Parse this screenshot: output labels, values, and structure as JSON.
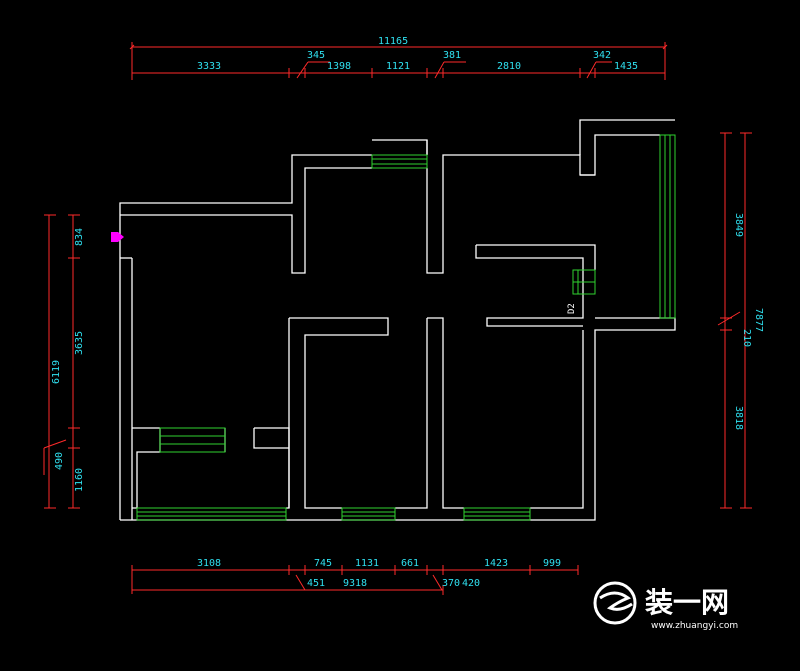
{
  "colors": {
    "background": "#000000",
    "wall": "#ffffff",
    "dimension_line": "#ff2a2a",
    "dimension_text": "#2fe0f0",
    "window": "#2fd22f",
    "marker": "#ff00ff"
  },
  "dimensions": {
    "top_total": "11165",
    "top_small_a": "345",
    "top_small_b": "381",
    "top_small_c": "342",
    "top_row": [
      "3333",
      "1398",
      "1121",
      "2810",
      "1435"
    ],
    "left_outer": "6119",
    "left_segments": [
      "834",
      "3635",
      "1160"
    ],
    "left_small": "490",
    "right_outer": "7877",
    "right_segments": [
      "3849",
      "3818"
    ],
    "right_small": "210",
    "bottom_row": [
      "3108",
      "745",
      "1131",
      "661",
      "1423",
      "999"
    ],
    "bottom_total": "9318",
    "bottom_small_a": "451",
    "bottom_small_b": "370",
    "bottom_small_c": "420"
  },
  "fixture_label": "D2",
  "logo": {
    "chinese": "装一网",
    "url": "www.zhuangyi.com"
  }
}
